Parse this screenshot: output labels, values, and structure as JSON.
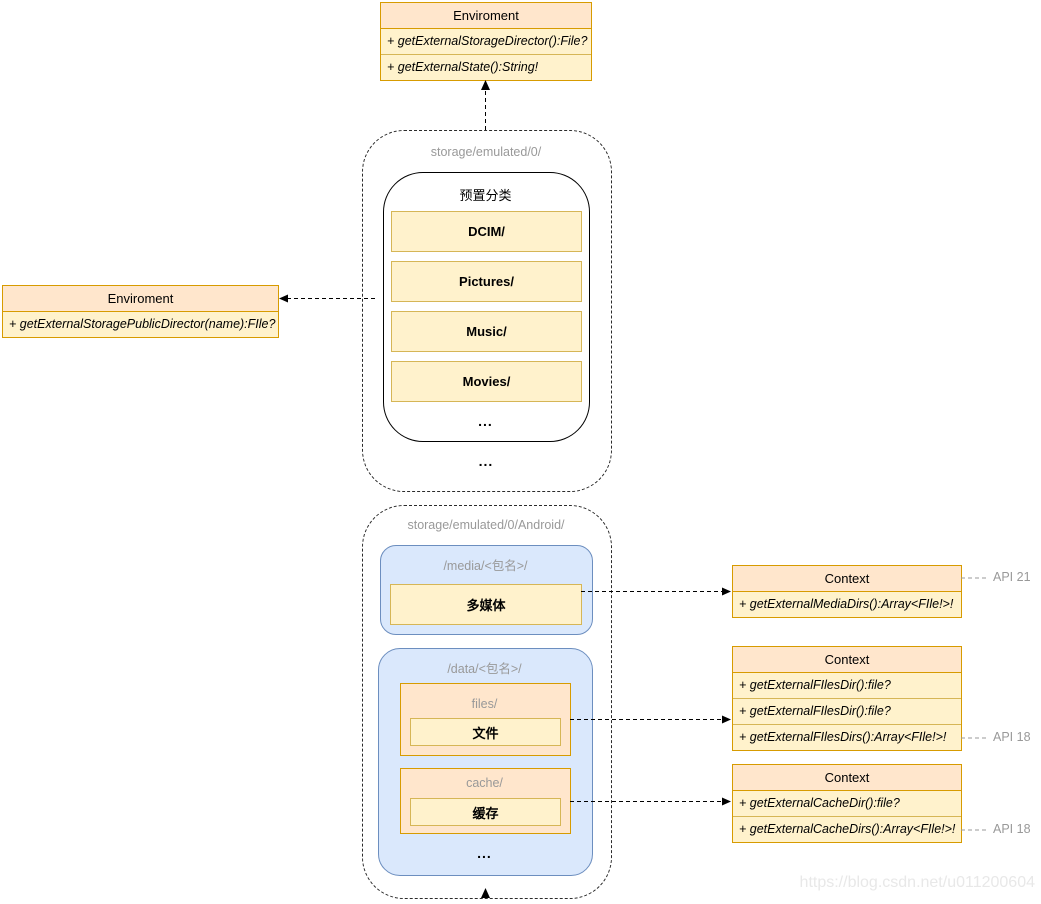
{
  "env_top": {
    "title": "Enviroment",
    "rows": [
      "+ getExternalStorageDirector():File?",
      "+ getExternalState():String!"
    ]
  },
  "env_left": {
    "title": "Enviroment",
    "rows": [
      "+ getExternalStoragePublicDirector(name):FIle?"
    ]
  },
  "storage_root": {
    "label": "storage/emulated/0/",
    "phone_title": "预置分类",
    "phone_items": [
      "DCIM/",
      "Pictures/",
      "Music/",
      "Movies/"
    ],
    "phone_ellipsis": "...",
    "ellipsis": "..."
  },
  "storage_android": {
    "label": "storage/emulated/0/Android/",
    "media_label": "/media/<包名>/",
    "media_item": "多媒体",
    "data_label": "/data/<包名>/",
    "files_label": "files/",
    "files_item": "文件",
    "cache_label": "cache/",
    "cache_item": "缓存",
    "ellipsis": "..."
  },
  "context_media": {
    "title": "Context",
    "rows": [
      "+ getExternalMediaDirs():Array<FIle!>!"
    ],
    "api": "API 21"
  },
  "context_files": {
    "title": "Context",
    "rows": [
      "+ getExternalFIlesDir():file?",
      "+ getExternalFIlesDir():file?",
      "+ getExternalFIlesDirs():Array<FIle!>!"
    ],
    "api": "API 18"
  },
  "context_cache": {
    "title": "Context",
    "rows": [
      "+ getExternalCacheDir():file?",
      "+ getExternalCacheDirs():Array<FIle!>!"
    ],
    "api": "API 18"
  },
  "watermark": "https://blog.csdn.net/u011200604",
  "colors": {
    "class_header_fill": "#ffe6cc",
    "class_header_stroke": "#d79b00",
    "row_fill": "#fff2cc",
    "row_stroke": "#d6b656",
    "blue_fill": "#dae8fc",
    "blue_stroke": "#6c8ebf",
    "label_gray": "#999999"
  }
}
